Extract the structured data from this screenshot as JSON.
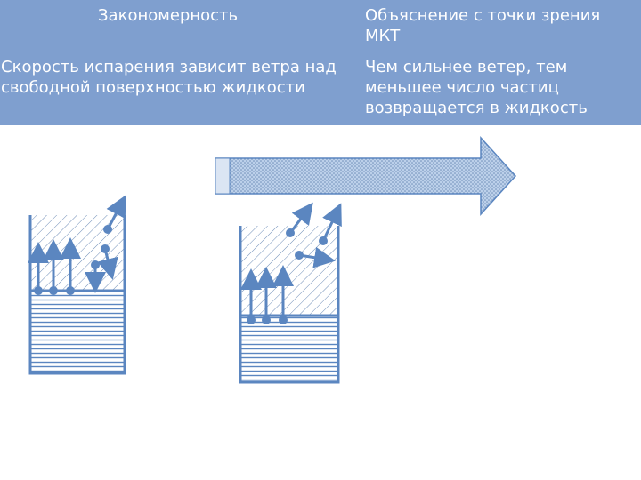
{
  "table": {
    "header": {
      "left": "Закономерность",
      "right": "Объяснение с точки зрения МКТ"
    },
    "row": {
      "left": "Скорость испарения зависит ветра над свободной поверхностью жидкости",
      "right": "Чем сильнее ветер, тем меньшее число частиц возвращается в жидкость"
    }
  },
  "colors": {
    "table_bg": "#7f9fcf",
    "table_text": "#ffffff",
    "diagram_blue": "#5b86c0",
    "arrow_fill": "#8da9d2"
  },
  "icons": {
    "wind_arrow": "wind-arrow-icon",
    "vessel": "vessel-icon",
    "particle": "particle-icon"
  }
}
